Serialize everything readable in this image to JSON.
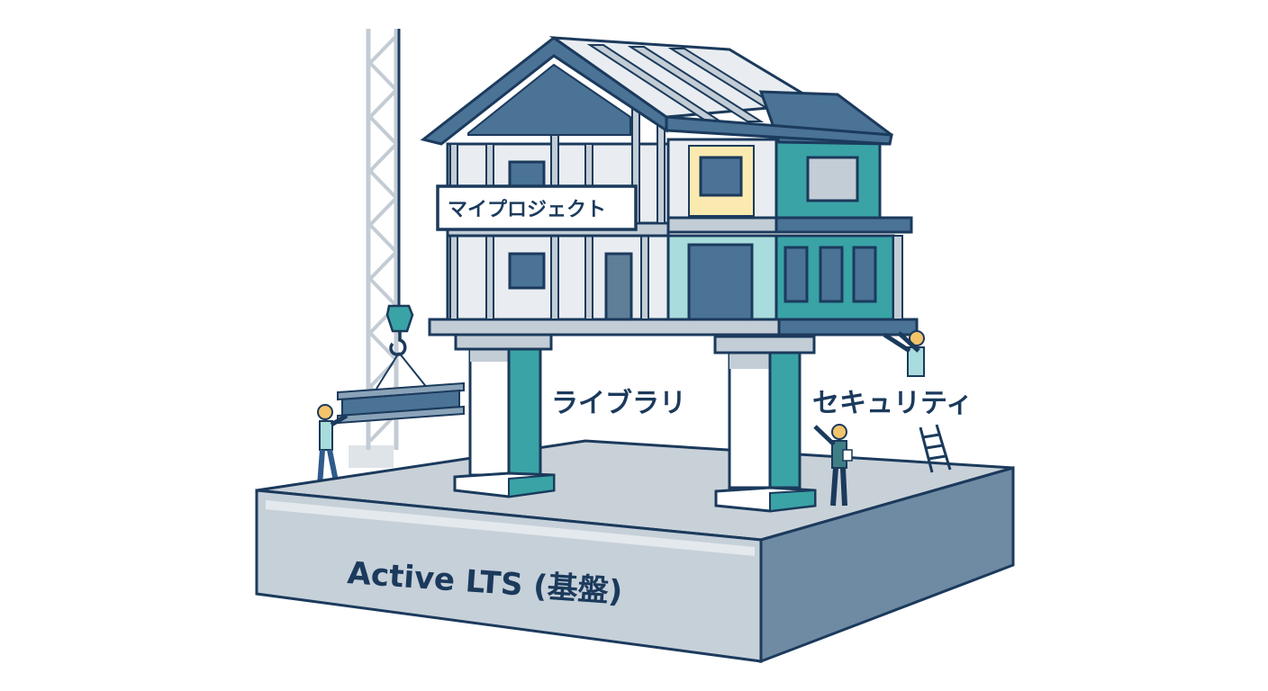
{
  "illustration": {
    "subject": "house on pillars over foundation slab (construction metaphor)",
    "labels": {
      "house_sign": "マイプロジェクト",
      "left_pillar": "ライブラリ",
      "right_pillar": "セキュリティ",
      "foundation": "Active LTS (基盤)"
    },
    "elements": [
      "tower-crane",
      "crane-hook",
      "steel-i-beam",
      "worker-carrying-beam",
      "worker-on-beam",
      "worker-pointing",
      "ladder",
      "house",
      "left-pillar",
      "right-pillar",
      "foundation-slab"
    ]
  },
  "colors": {
    "outline": "#1b3a5c",
    "steel_light": "#c3cdd6",
    "steel_blue": "#4a7396",
    "teal": "#3aa3a6",
    "teal_light": "#a9dcdc",
    "yellow": "#fbeab0",
    "slab_front": "#c6d0d9",
    "slab_side": "#6f8ba3",
    "slab_top": "#c9d1d8"
  }
}
